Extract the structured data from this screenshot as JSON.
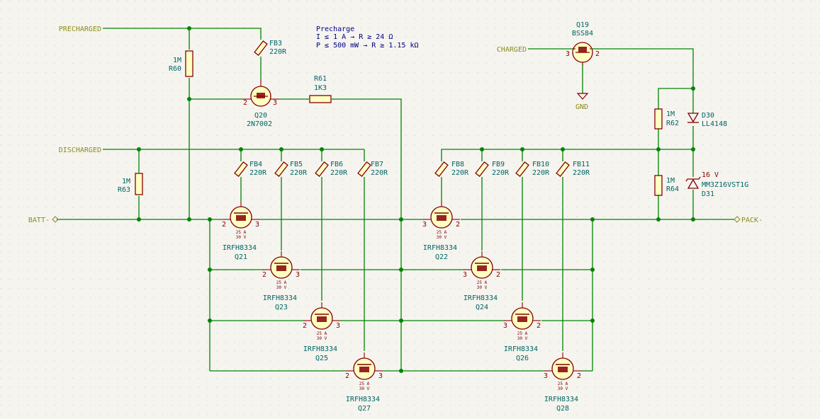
{
  "note": {
    "line1": "Precharge",
    "line2": "I ≤ 1 A  →  R ≥ 24 Ω",
    "line3": "P ≤ 500 mW  →  R ≥ 1.15 kΩ"
  },
  "nets": {
    "precharged": "PRECHARGED",
    "discharged": "DISCHARGED",
    "batt": "BATT-",
    "charged": "CHARGED",
    "pack": "PACK-",
    "gnd": "GND"
  },
  "parts": {
    "R60": {
      "ref": "R60",
      "value": "1M"
    },
    "R61": {
      "ref": "R61",
      "value": "1K3"
    },
    "R62": {
      "ref": "R62",
      "value": "1M"
    },
    "R63": {
      "ref": "R63",
      "value": "1M"
    },
    "R64": {
      "ref": "R64",
      "value": "1M"
    },
    "FB3": {
      "ref": "FB3",
      "value": "220R"
    },
    "FB4": {
      "ref": "FB4",
      "value": "220R"
    },
    "FB5": {
      "ref": "FB5",
      "value": "220R"
    },
    "FB6": {
      "ref": "FB6",
      "value": "220R"
    },
    "FB7": {
      "ref": "FB7",
      "value": "220R"
    },
    "FB8": {
      "ref": "FB8",
      "value": "220R"
    },
    "FB9": {
      "ref": "FB9",
      "value": "220R"
    },
    "FB10": {
      "ref": "FB10",
      "value": "220R"
    },
    "FB11": {
      "ref": "FB11",
      "value": "220R"
    },
    "Q19": {
      "ref": "Q19",
      "value": "BSS84"
    },
    "Q20": {
      "ref": "Q20",
      "value": "2N7002"
    },
    "D30": {
      "ref": "D30",
      "value": "LL4148"
    },
    "D31": {
      "ref": "D31",
      "value": "MM3Z16VST1G",
      "extra": "16 V"
    },
    "Q21": {
      "ref": "Q21",
      "value": "IRFH8334"
    },
    "Q22": {
      "ref": "Q22",
      "value": "IRFH8334"
    },
    "Q23": {
      "ref": "Q23",
      "value": "IRFH8334"
    },
    "Q24": {
      "ref": "Q24",
      "value": "IRFH8334"
    },
    "Q25": {
      "ref": "Q25",
      "value": "IRFH8334"
    },
    "Q26": {
      "ref": "Q26",
      "value": "IRFH8334"
    },
    "Q27": {
      "ref": "Q27",
      "value": "IRFH8334"
    },
    "Q28": {
      "ref": "Q28",
      "value": "IRFH8334"
    }
  },
  "mosfet_rating": {
    "current": "25 A",
    "voltage": "30 V"
  },
  "pins": {
    "p2": "2",
    "p3": "3"
  },
  "colors": {
    "background": "#f5f4ef",
    "wire": "#008400",
    "symbol": "#840000",
    "symbol_fill": "#ffffc2",
    "label": "#006464",
    "net_label": "#8c8c1e",
    "note": "#000084"
  }
}
